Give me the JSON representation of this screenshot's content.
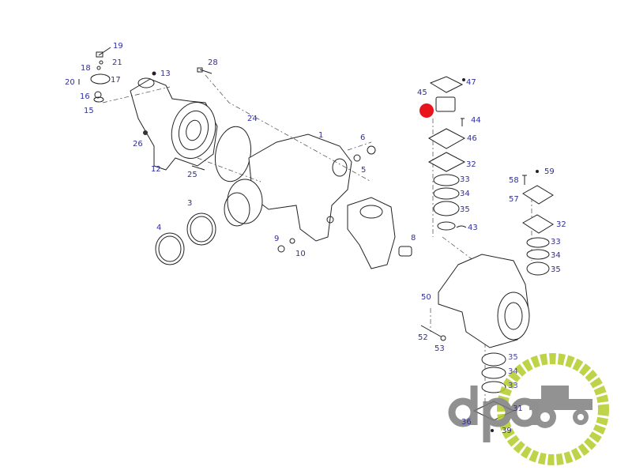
{
  "title": "Front axle assembly exploded parts diagram",
  "callouts": {
    "c19": "19",
    "c21": "21",
    "c18": "18",
    "c20": "20",
    "c17": "17",
    "c16": "16",
    "c15": "15",
    "c13": "13",
    "c28": "28",
    "c24": "24",
    "c26": "26",
    "c12": "12",
    "c25": "25",
    "c1": "1",
    "c6": "6",
    "c5": "5",
    "c3": "3",
    "c4": "4",
    "c9": "9",
    "c10": "10",
    "c8": "8",
    "c45": "45",
    "c47": "47",
    "c44": "44",
    "c46": "46",
    "c32a": "32",
    "c33a": "33",
    "c34a": "34",
    "c35a": "35",
    "c43": "43",
    "c59": "59",
    "c58": "58",
    "c57": "57",
    "c32b": "32",
    "c33b": "33",
    "c34b": "34",
    "c35b": "35",
    "c50": "50",
    "c52": "52",
    "c53": "53",
    "c35c": "35",
    "c34c": "34",
    "c33c": "33",
    "c31": "31",
    "c36": "36",
    "c39": "39"
  },
  "highlight_marker_color": "#e8131b",
  "watermark": {
    "text": "dpa",
    "ring_color": "#b5cc2a",
    "text_color": "#7d7d7d",
    "icon": "tractor-icon"
  }
}
